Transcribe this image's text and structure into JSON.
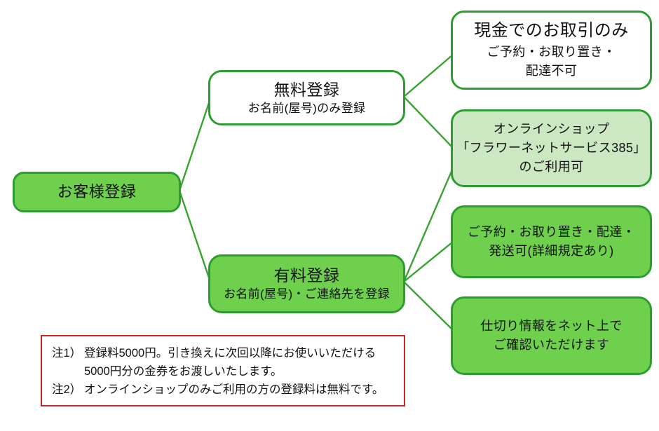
{
  "diagram": {
    "root": {
      "title": "お客様登録"
    },
    "free": {
      "title": "無料登録",
      "subtitle": "お名前(屋号)のみ登録"
    },
    "paid": {
      "title": "有料登録",
      "subtitle": "お名前(屋号)・ご連絡先を登録"
    },
    "cash": {
      "title": "現金でのお取引のみ",
      "line1": "ご予約・お取り置き・",
      "line2": "配達不可"
    },
    "onlineshop": {
      "line1": "オンラインショップ",
      "line2": "「フラワーネットサービス385」",
      "line3": "のご利用可"
    },
    "reserve": {
      "line1": "ご予約・お取り置き・配達・",
      "line2": "発送可(詳細規定あり)"
    },
    "shikiri": {
      "line1": "仕切り情報をネット上で",
      "line2": "ご確認いただけます"
    }
  },
  "notes": {
    "lines": [
      {
        "label": "注1）",
        "text": "登録料5000円。引き換えに次回以降にお使いいただける"
      },
      {
        "label": "",
        "text": "5000円分の金券をお渡しいたします。"
      },
      {
        "label": "注2）",
        "text": "オンラインショップのみご利用の方の登録料は無料です。"
      }
    ]
  },
  "colors": {
    "box_green": "#6ed04c",
    "box_light_green": "#cbe8c2",
    "border_green": "#2e9d31",
    "connector_green": "#3aa233",
    "note_border_red": "#c62625",
    "text": "#111111"
  }
}
